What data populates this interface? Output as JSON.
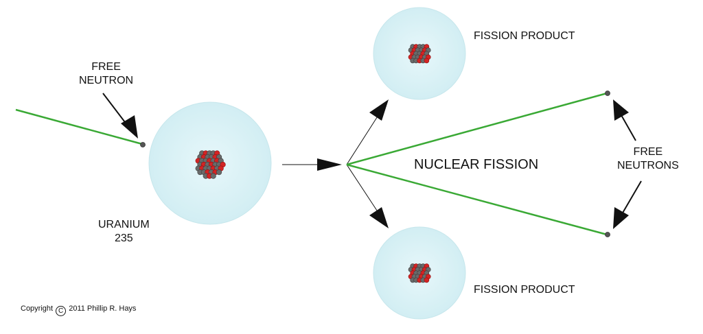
{
  "labels": {
    "free_neutron": [
      "FREE",
      "NEUTRON"
    ],
    "uranium": [
      "URANIUM",
      "235"
    ],
    "fission_product_top": "FISSION PRODUCT",
    "fission_product_bottom": "FISSION PRODUCT",
    "nuclear_fission": "NUCLEAR FISSION",
    "free_neutrons": [
      "FREE",
      "NEUTRONS"
    ]
  },
  "copyright": {
    "prefix": "Copyright",
    "symbol": "C",
    "text": "2011 Phillip R. Hays"
  },
  "colors": {
    "atom_shell": "#d8f1f5",
    "neutron_path": "#3aa935",
    "proton": "#d32424",
    "neutron": "#6a6a6a",
    "arrow": "#111111"
  }
}
